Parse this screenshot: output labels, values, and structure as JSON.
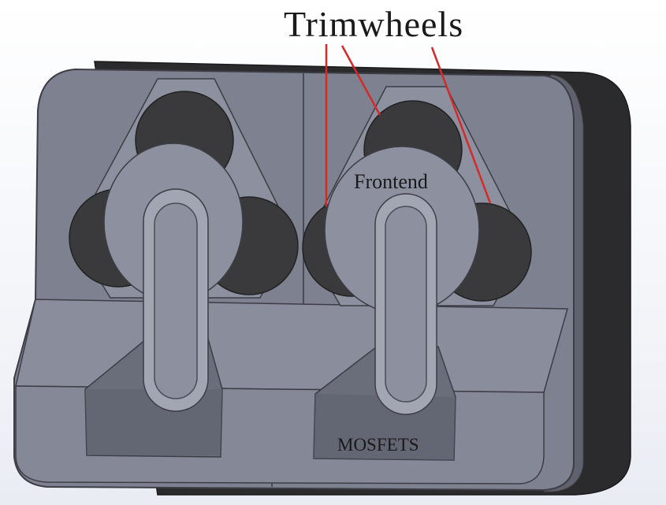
{
  "annotations": {
    "title": "Trimwheels",
    "frontend": "Frontend",
    "mosfets": "MOSFETS"
  },
  "colors": {
    "body_face": "#7e818f",
    "body_face_light": "#8d909e",
    "body_dark": "#2b2b2e",
    "wheel": "#3a3a3c",
    "slot": "#a2a5b2",
    "pointer_line": "#d42a2a"
  }
}
